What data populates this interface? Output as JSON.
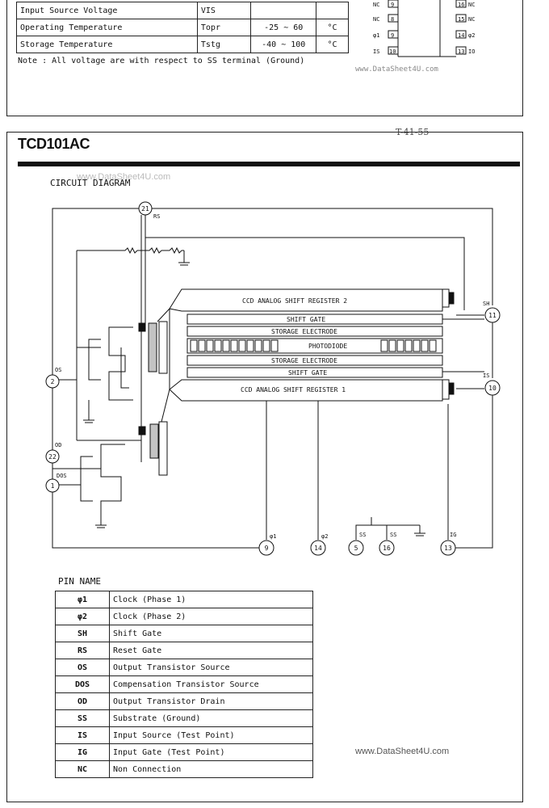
{
  "ratings": {
    "rows": [
      {
        "label": "Input Source Voltage",
        "symbol": "VIS",
        "value": "",
        "unit": ""
      },
      {
        "label": "Operating Temperature",
        "symbol": "Topr",
        "value": "-25 ~ 60",
        "unit": "°C"
      },
      {
        "label": "Storage Temperature",
        "symbol": "Tstg",
        "value": "-40 ~ 100",
        "unit": "°C"
      }
    ],
    "note": "Note : All voltage are with respect to SS terminal (Ground)"
  },
  "pinout_top": {
    "left": [
      {
        "num": "9",
        "name": "NC"
      },
      {
        "num": "8",
        "name": "NC"
      },
      {
        "num": "9",
        "name": "φ1"
      },
      {
        "num": "10",
        "name": "IS"
      }
    ],
    "right": [
      {
        "num": "16",
        "name": "NC"
      },
      {
        "num": "15",
        "name": "NC"
      },
      {
        "num": "14",
        "name": "φ2"
      },
      {
        "num": "13",
        "name": "IO"
      }
    ]
  },
  "watermark_top_faint": "www.DataSheet4U.com",
  "header": {
    "part": "TCD101AC",
    "page_num": "T-41-55"
  },
  "circuit": {
    "label": "CIRCUIT DIAGRAM",
    "blocks": {
      "reg2": "CCD ANALOG SHIFT REGISTER 2",
      "sg_top": "SHIFT GATE",
      "se_top": "STORAGE ELECTRODE",
      "photodiode": "PHOTODIODE",
      "se_bot": "STORAGE ELECTRODE",
      "sg_bot": "SHIFT GATE",
      "reg1": "CCD ANALOG SHIFT REGISTER 1"
    },
    "pins": {
      "p21": "21",
      "p21_name": "RS",
      "p11": "11",
      "p11_name": "SH",
      "p10": "10",
      "p10_name": "IS",
      "p2": "2",
      "p2_name": "OS",
      "p22": "22",
      "p22_name": "OD",
      "p1": "1",
      "p1_name": "DOS",
      "p9": "9",
      "p9_name": "φ1",
      "p14": "14",
      "p14_name": "φ2",
      "p5": "5",
      "p5_name": "SS",
      "p16": "16",
      "p16_name": "SS",
      "p13": "13",
      "p13_name": "IG"
    }
  },
  "pin_names": {
    "label": "PIN NAME",
    "rows": [
      {
        "sym": "φ1",
        "name": "Clock (Phase 1)"
      },
      {
        "sym": "φ2",
        "name": "Clock (Phase 2)"
      },
      {
        "sym": "SH",
        "name": "Shift Gate"
      },
      {
        "sym": "RS",
        "name": "Reset Gate"
      },
      {
        "sym": "OS",
        "name": "Output Transistor Source"
      },
      {
        "sym": "DOS",
        "name": "Compensation Transistor Source"
      },
      {
        "sym": "OD",
        "name": "Output Transistor Drain"
      },
      {
        "sym": "SS",
        "name": "Substrate (Ground)"
      },
      {
        "sym": "IS",
        "name": "Input Source (Test Point)"
      },
      {
        "sym": "IG",
        "name": "Input Gate (Test Point)"
      },
      {
        "sym": "NC",
        "name": "Non Connection"
      }
    ]
  },
  "watermark_bottom": "www.DataSheet4U.com"
}
